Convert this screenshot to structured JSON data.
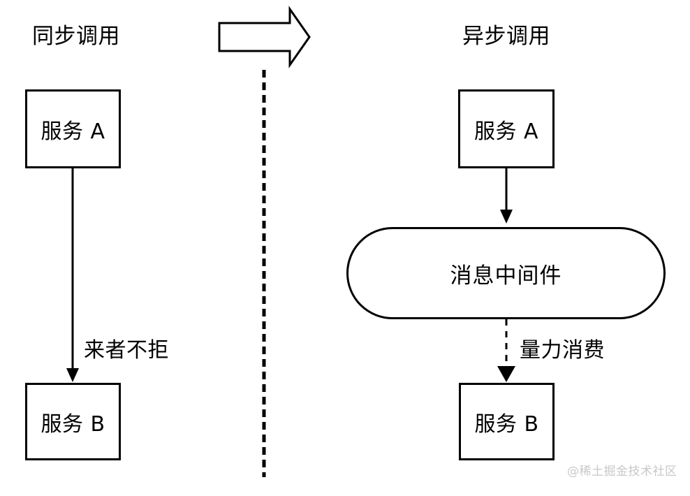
{
  "diagram": {
    "background_color": "#ffffff",
    "stroke_color": "#000000",
    "left_panel": {
      "title": "同步调用",
      "nodes": [
        {
          "id": "sync-service-a",
          "label": "服务 A",
          "shape": "rect"
        },
        {
          "id": "sync-service-b",
          "label": "服务 B",
          "shape": "rect"
        }
      ],
      "edges": [
        {
          "id": "sync-edge",
          "from": "服务 A",
          "to": "服务 B",
          "label": "来者不拒",
          "style": "solid",
          "arrow": "down"
        }
      ]
    },
    "transition_arrow": {
      "name": "big-right-arrow",
      "direction": "right"
    },
    "divider": {
      "name": "vertical-dashed-divider",
      "style": "dashed",
      "orientation": "vertical"
    },
    "right_panel": {
      "title": "异步调用",
      "nodes": [
        {
          "id": "async-service-a",
          "label": "服务 A",
          "shape": "rect"
        },
        {
          "id": "message-middleware",
          "label": "消息中间件",
          "shape": "pill"
        },
        {
          "id": "async-service-b",
          "label": "服务 B",
          "shape": "rect"
        }
      ],
      "edges": [
        {
          "id": "async-edge-1",
          "from": "服务 A",
          "to": "消息中间件",
          "label": "",
          "style": "solid",
          "arrow": "down"
        },
        {
          "id": "async-edge-2",
          "from": "消息中间件",
          "to": "服务 B",
          "label": "量力消费",
          "style": "dashed",
          "arrow": "down"
        }
      ]
    },
    "watermark": {
      "text": "@稀土掘金技术社区",
      "color": "#c8c8c8"
    }
  }
}
